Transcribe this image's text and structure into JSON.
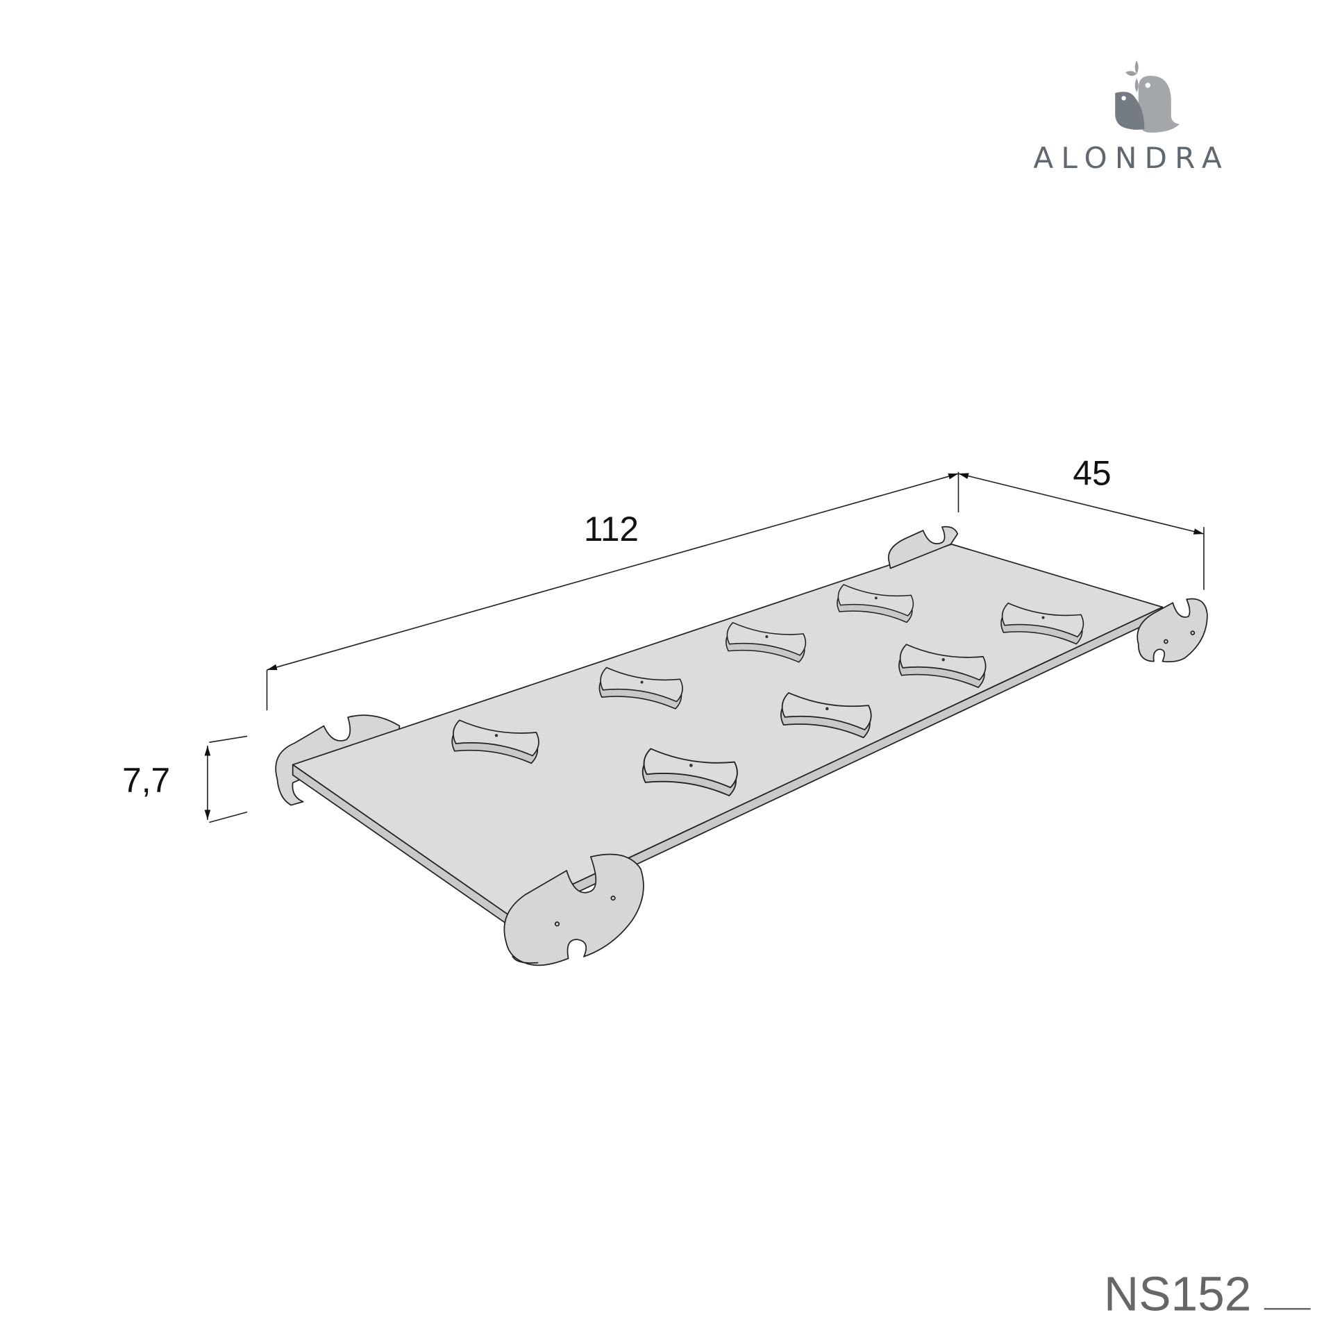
{
  "brand": {
    "name": "ALONDRA",
    "color": "#5f6770",
    "icon": "two-birds-logo-icon"
  },
  "product_code": "NS152",
  "dimensions": {
    "length": "112",
    "width": "45",
    "height": "7,7"
  },
  "colors": {
    "board": "#dcdcdc",
    "line": "#222222",
    "code": "#666666"
  }
}
